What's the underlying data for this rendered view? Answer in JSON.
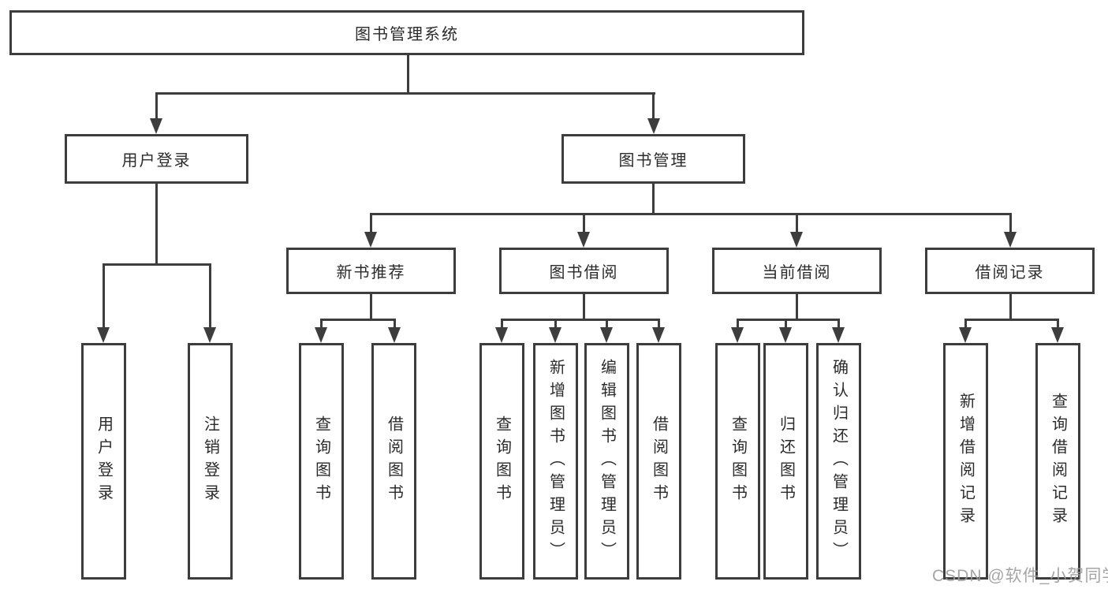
{
  "tree": {
    "root": {
      "label": "图书管理系统",
      "children": [
        {
          "label": "用户登录",
          "children": [
            {
              "label": "用户登录"
            },
            {
              "label": "注销登录"
            }
          ]
        },
        {
          "label": "图书管理",
          "children": [
            {
              "label": "新书推荐",
              "children": [
                {
                  "label": "查询图书"
                },
                {
                  "label": "借阅图书"
                }
              ]
            },
            {
              "label": "图书借阅",
              "children": [
                {
                  "label": "查询图书"
                },
                {
                  "label": "新增图书（管理员）"
                },
                {
                  "label": "编辑图书（管理员）"
                },
                {
                  "label": "借阅图书"
                }
              ]
            },
            {
              "label": "当前借阅",
              "children": [
                {
                  "label": "查询图书"
                },
                {
                  "label": "归还图书"
                },
                {
                  "label": "确认归还（管理员）"
                }
              ]
            },
            {
              "label": "借阅记录",
              "children": [
                {
                  "label": "新增借阅记录"
                },
                {
                  "label": "查询借阅记录"
                }
              ]
            }
          ]
        }
      ]
    }
  },
  "watermark": {
    "text": "CSDN @软件_小贺同学"
  },
  "colors": {
    "line": "#3d3d3d",
    "box_border": "#3d3d3d",
    "text": "#2b2b2b",
    "watermark": "#9b9b9b",
    "background": "#ffffff"
  }
}
